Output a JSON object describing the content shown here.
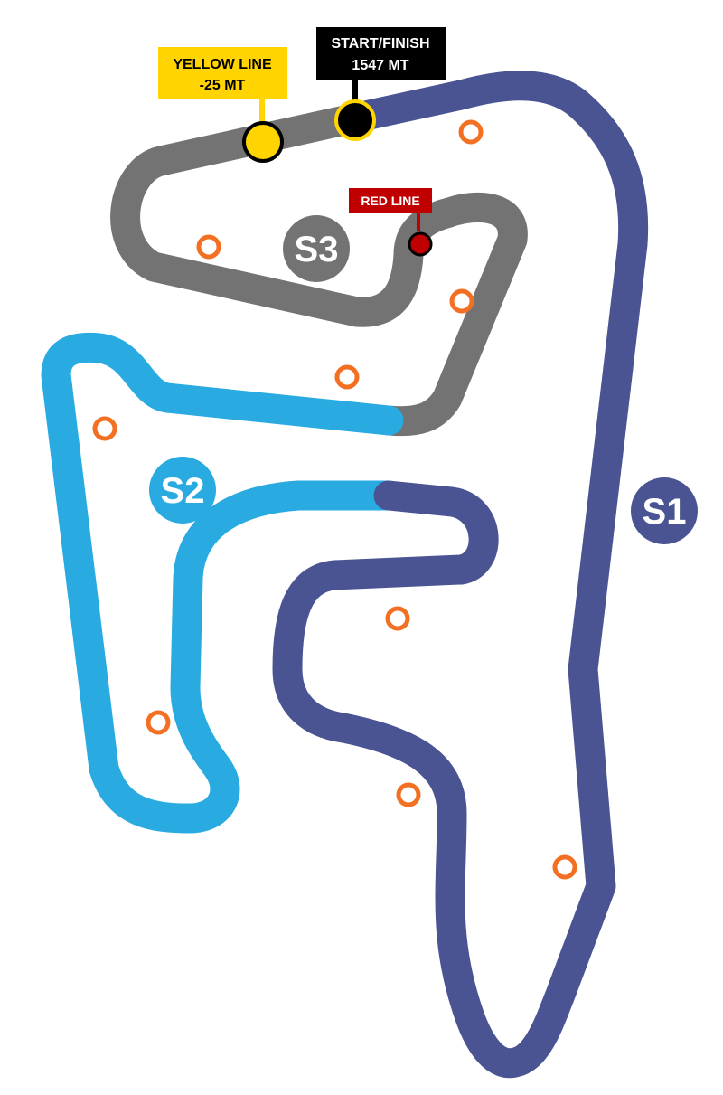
{
  "colors": {
    "sector1": "#4a5493",
    "sector2": "#29abe2",
    "sector3": "#737373",
    "yellow": "#ffd400",
    "start_finish": "#000000",
    "red": "#c00000",
    "corner_marker": "#f36f21",
    "background": "#ffffff"
  },
  "sectors": [
    {
      "id": "s1",
      "label": "S1"
    },
    {
      "id": "s2",
      "label": "S2"
    },
    {
      "id": "s3",
      "label": "S3"
    }
  ],
  "markers": {
    "start_finish": {
      "line1": "START/FINISH",
      "line2": "1547 MT"
    },
    "yellow_line": {
      "line1": "YELLOW LINE",
      "line2": "-25 MT"
    },
    "red_line": {
      "label": "RED LINE"
    }
  },
  "corner_marker_icon": "ring-icon"
}
